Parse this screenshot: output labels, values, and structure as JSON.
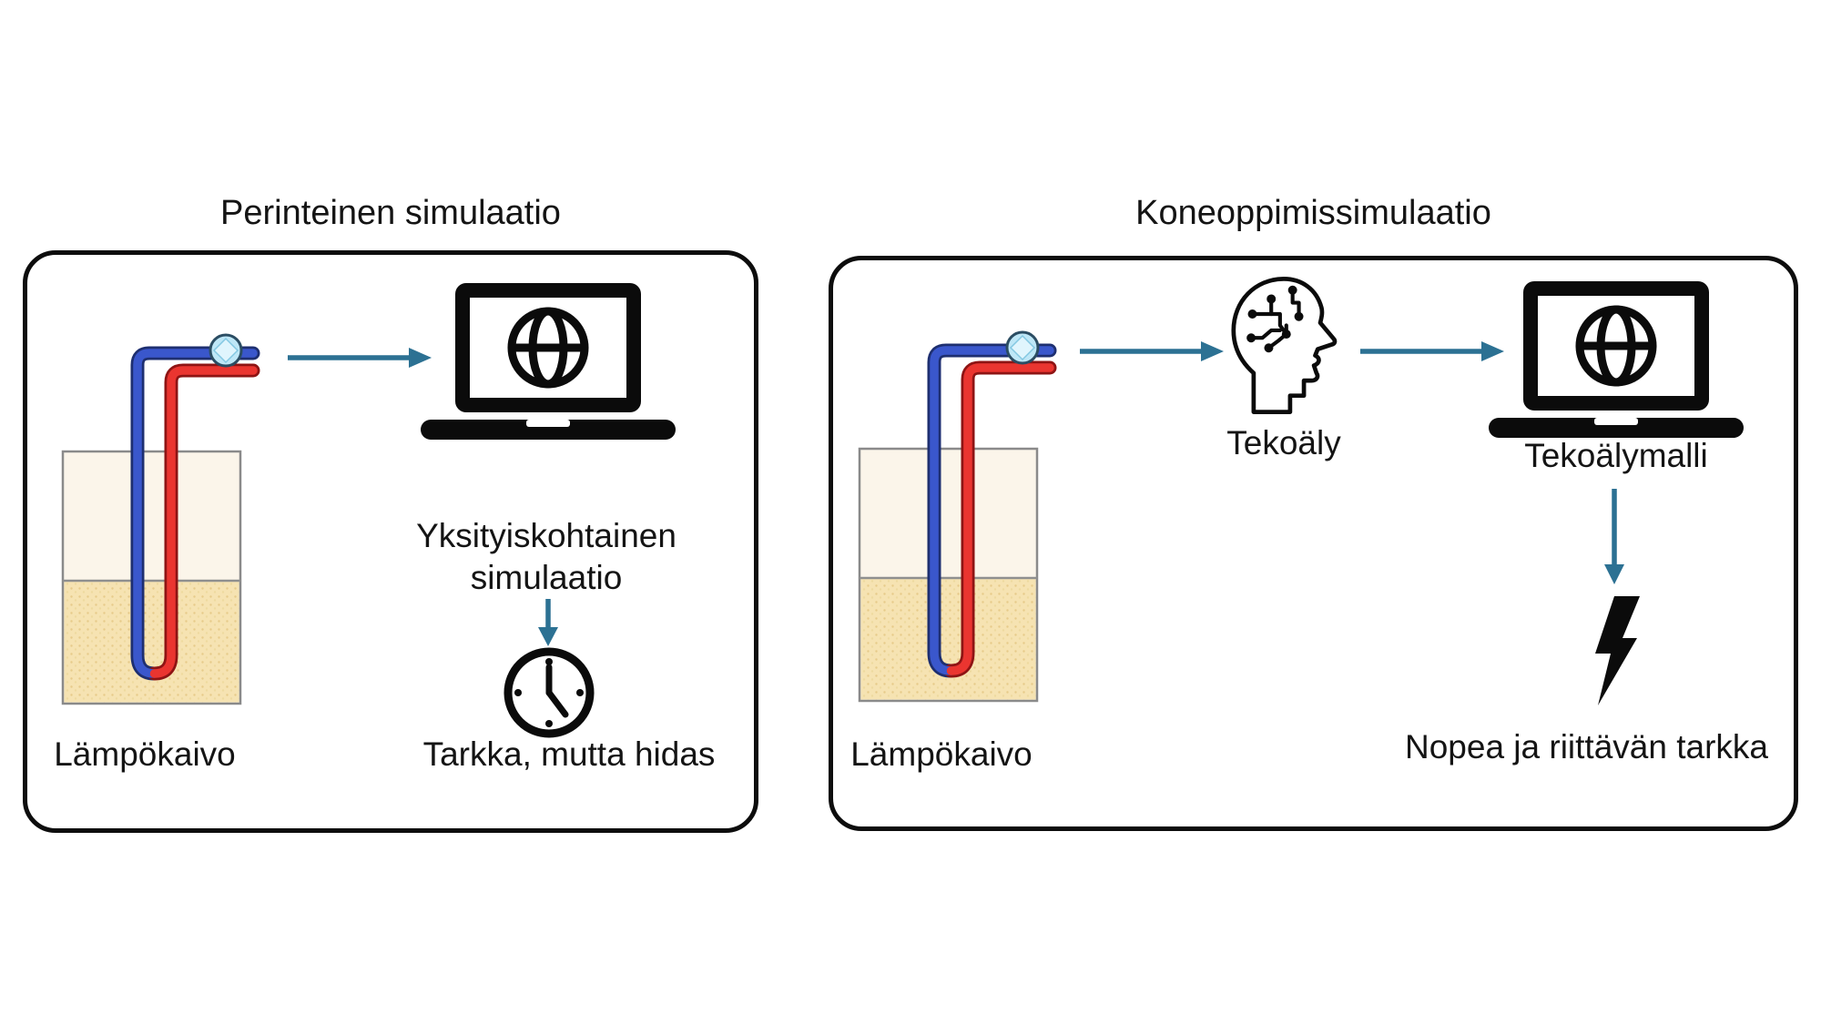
{
  "left_panel": {
    "title": "Perinteinen simulaatio",
    "well_label": "Lämpökaivo",
    "process_label_lines": [
      "Yksityiskohtainen",
      "simulaatio"
    ],
    "outcome_label": "Tarkka, mutta hidas",
    "icons": [
      "heat-well-icon",
      "pump-icon",
      "arrow-right-icon",
      "laptop-icon",
      "globe-icon",
      "arrow-down-icon",
      "clock-icon"
    ]
  },
  "right_panel": {
    "title": "Koneoppimissimulaatio",
    "well_label": "Lämpökaivo",
    "ai_label": "Tekoäly",
    "model_label": "Tekoälymalli",
    "outcome_label": "Nopea ja riittävän tarkka",
    "icons": [
      "heat-well-icon",
      "pump-icon",
      "arrow-right-icon",
      "ai-head-icon",
      "laptop-icon",
      "globe-icon",
      "arrow-down-icon",
      "lightning-bolt-icon"
    ]
  },
  "colors": {
    "panel_border": "#0d0d0d",
    "arrow": "#2c7193",
    "pipe_blue": "#3a57cc",
    "pipe_blue_outline": "#1e2f70",
    "pipe_red": "#ea3530",
    "pipe_red_outline": "#8e1414",
    "pump_fill": "#bee7f7",
    "pump_diamond": "#e0f5fd",
    "well_top_soil": "#fbf5ea",
    "well_sand": "#f6e3b2",
    "well_border": "#8a8a8a",
    "icon_black": "#0b0b0b"
  }
}
